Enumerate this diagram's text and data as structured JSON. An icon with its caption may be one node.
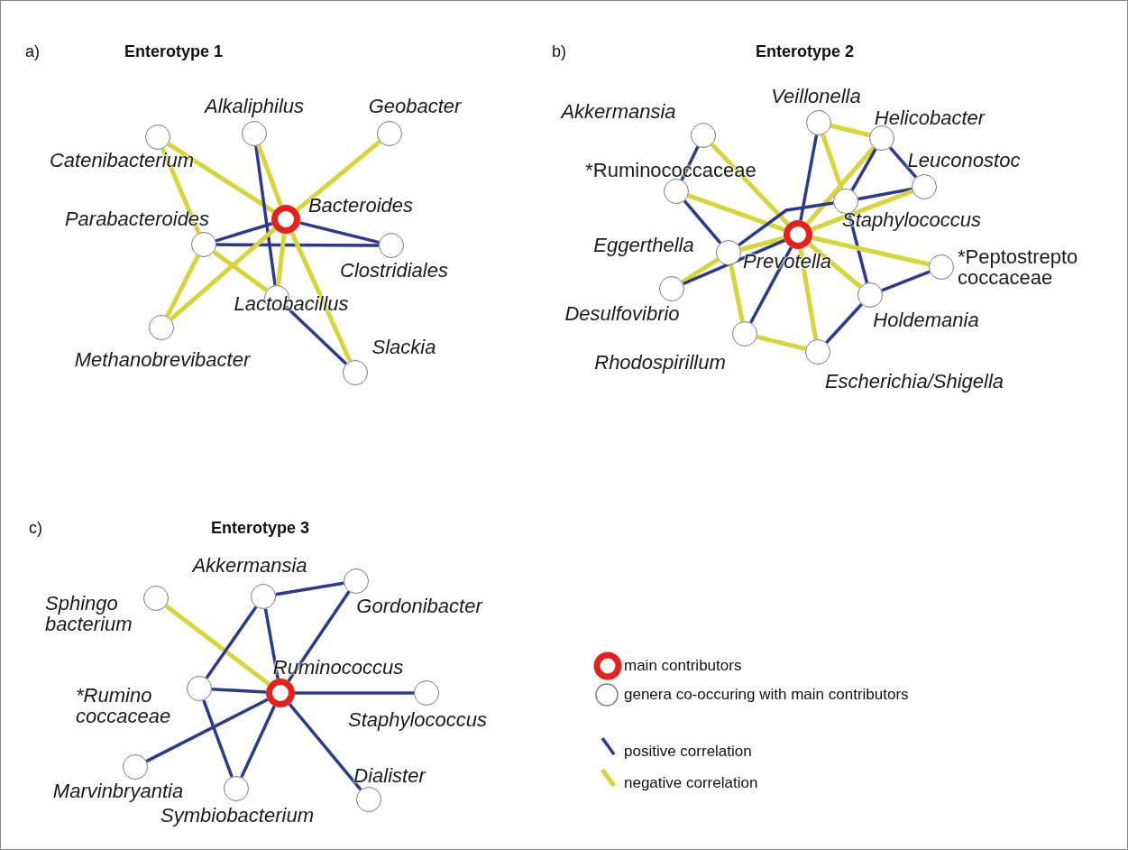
{
  "diagram": {
    "nodes": [
      {
        "text": [],
        "shape": "circle",
        "beside": [
          "Catenibacterium"
        ]
      },
      {
        "text": [],
        "shape": "circle",
        "beside": [
          "Alkaliphilus"
        ]
      },
      {
        "text": [],
        "shape": "circle",
        "beside": [
          "Geobacter"
        ]
      },
      {
        "text": [],
        "shape": "ring",
        "beside": [
          "Bacteroides"
        ]
      },
      {
        "text": [],
        "shape": "circle",
        "beside": [
          "Parabacteroides"
        ]
      },
      {
        "text": [],
        "shape": "circle",
        "beside": [
          "Clostridiales"
        ]
      },
      {
        "text": [],
        "shape": "circle",
        "beside": [
          "Lactobacillus"
        ]
      },
      {
        "text": [],
        "shape": "circle",
        "beside": [
          "Methanobrevibacter"
        ]
      },
      {
        "text": [],
        "shape": "circle",
        "beside": [
          "Slackia"
        ]
      },
      {
        "text": [],
        "shape": "circle",
        "beside": [
          "Akkermansia"
        ]
      },
      {
        "text": [],
        "shape": "circle",
        "beside": [
          "*Ruminococcaceae"
        ]
      },
      {
        "text": [],
        "shape": "circle",
        "beside": [
          "Veillonella"
        ]
      },
      {
        "text": [],
        "shape": "circle",
        "beside": [
          "Helicobacter"
        ]
      },
      {
        "text": [],
        "shape": "circle",
        "beside": [
          "Leuconostoc"
        ]
      },
      {
        "text": [],
        "shape": "circle",
        "beside": [
          "Staphylococcus"
        ]
      },
      {
        "text": [],
        "shape": "ring",
        "beside": [
          "Prevotella"
        ]
      },
      {
        "text": [],
        "shape": "circle",
        "beside": [
          "Eggerthella"
        ]
      },
      {
        "text": [],
        "shape": "circle",
        "beside": [
          "*Peptostrepto coccaceae"
        ]
      },
      {
        "text": [],
        "shape": "circle",
        "beside": [
          "Desulfovibrio"
        ]
      },
      {
        "text": [],
        "shape": "circle",
        "beside": [
          "Holdemania"
        ]
      },
      {
        "text": [],
        "shape": "circle",
        "beside": [
          "Rhodospirillum"
        ]
      },
      {
        "text": [],
        "shape": "circle",
        "beside": [
          "Escherichia/Shigella"
        ]
      },
      {
        "text": [],
        "shape": "circle",
        "beside": [
          "Sphingo bacterium"
        ]
      },
      {
        "text": [],
        "shape": "circle",
        "beside": [
          "Akkermansia"
        ]
      },
      {
        "text": [],
        "shape": "circle",
        "beside": [
          "Gordonibacter"
        ]
      },
      {
        "text": [],
        "shape": "ring",
        "beside": [
          "Ruminococcus"
        ]
      },
      {
        "text": [],
        "shape": "circle",
        "beside": [
          "*Rumino coccaceae"
        ]
      },
      {
        "text": [],
        "shape": "circle",
        "beside": [
          "Staphylococcus"
        ]
      },
      {
        "text": [],
        "shape": "circle",
        "beside": [
          "Marvinbryantia"
        ]
      },
      {
        "text": [],
        "shape": "circle",
        "beside": [
          "Symbiobacterium"
        ]
      },
      {
        "text": [],
        "shape": "circle",
        "beside": [
          "Dialister"
        ]
      }
    ],
    "edges": [
      {
        "from": 0,
        "to": 3,
        "arrow": "none",
        "color": "#d4d63a"
      },
      {
        "from": 0,
        "to": 4,
        "arrow": "none",
        "color": "#d4d63a"
      },
      {
        "from": 4,
        "to": 7,
        "arrow": "none",
        "color": "#d4d63a"
      },
      {
        "from": 1,
        "to": 6,
        "arrow": "none"
      },
      {
        "from": 1,
        "to": 3,
        "arrow": "none",
        "color": "#d4d63a"
      },
      {
        "from": 2,
        "to": 3,
        "arrow": "none",
        "color": "#d4d63a"
      },
      {
        "from": 4,
        "to": 3,
        "arrow": "none"
      },
      {
        "from": 4,
        "to": 5,
        "arrow": "none"
      },
      {
        "from": 3,
        "to": 5,
        "arrow": "none"
      },
      {
        "from": 4,
        "to": 6,
        "arrow": "none",
        "color": "#d4d63a"
      },
      {
        "from": 7,
        "to": 3,
        "arrow": "none",
        "color": "#d4d63a"
      },
      {
        "from": 3,
        "to": 6,
        "arrow": "none",
        "color": "#d4d63a"
      },
      {
        "from": 3,
        "to": 8,
        "arrow": "none",
        "color": "#d4d63a"
      },
      {
        "from": 6,
        "to": 8,
        "arrow": "none"
      },
      {
        "from": 9,
        "to": 10,
        "arrow": "none"
      },
      {
        "from": 9,
        "to": 15,
        "arrow": "none",
        "color": "#d4d63a"
      },
      {
        "from": 10,
        "to": 15,
        "arrow": "none",
        "color": "#d4d63a"
      },
      {
        "from": 10,
        "to": 16,
        "arrow": "none"
      },
      {
        "from": 11,
        "to": 15,
        "arrow": "none"
      },
      {
        "from": 11,
        "to": 12,
        "arrow": "none",
        "color": "#d4d63a"
      },
      {
        "from": 11,
        "to": 14,
        "arrow": "none",
        "color": "#d4d63a"
      },
      {
        "from": 12,
        "to": 15,
        "arrow": "none",
        "color": "#d4d63a"
      },
      {
        "from": 12,
        "to": 14,
        "arrow": "none"
      },
      {
        "from": 12,
        "to": 13,
        "arrow": "none"
      },
      {
        "from": 14,
        "to": 13,
        "arrow": "none"
      },
      {
        "from": 13,
        "to": 15,
        "arrow": "none",
        "color": "#d4d63a"
      },
      {
        "from": 14,
        "to": 19,
        "arrow": "none"
      },
      {
        "from": 16,
        "to": 14,
        "arrow": "none"
      },
      {
        "from": 16,
        "to": 15,
        "arrow": "none",
        "color": "#d4d63a"
      },
      {
        "from": 18,
        "to": 16,
        "arrow": "none",
        "color": "#d4d63a"
      },
      {
        "from": 18,
        "to": 15,
        "arrow": "none"
      },
      {
        "from": 16,
        "to": 20,
        "arrow": "none",
        "color": "#d4d63a"
      },
      {
        "from": 20,
        "to": 15,
        "arrow": "none"
      },
      {
        "from": 20,
        "to": 21,
        "arrow": "none",
        "color": "#d4d63a"
      },
      {
        "from": 15,
        "to": 21,
        "arrow": "none",
        "color": "#d4d63a"
      },
      {
        "from": 21,
        "to": 19,
        "arrow": "none"
      },
      {
        "from": 15,
        "to": 19,
        "arrow": "none",
        "color": "#d4d63a"
      },
      {
        "from": 15,
        "to": 17,
        "arrow": "none",
        "color": "#d4d63a"
      },
      {
        "from": 19,
        "to": 17,
        "arrow": "none"
      },
      {
        "from": 22,
        "to": 25,
        "arrow": "none",
        "color": "#d4d63a"
      },
      {
        "from": 23,
        "to": 24,
        "arrow": "none"
      },
      {
        "from": 23,
        "to": 26,
        "arrow": "none"
      },
      {
        "from": 23,
        "to": 25,
        "arrow": "none"
      },
      {
        "from": 24,
        "to": 25,
        "arrow": "none"
      },
      {
        "from": 26,
        "to": 25,
        "arrow": "none"
      },
      {
        "from": 25,
        "to": 27,
        "arrow": "none"
      },
      {
        "from": 25,
        "to": 28,
        "arrow": "none"
      },
      {
        "from": 26,
        "to": 29,
        "arrow": "none"
      },
      {
        "from": 25,
        "to": 29,
        "arrow": "none"
      },
      {
        "from": 25,
        "to": 30,
        "arrow": "none"
      }
    ],
    "labels": [
      "a)",
      "Enterotype 1",
      "b)",
      "Enterotype 2",
      "c)",
      "Enterotype 3"
    ],
    "legend": [
      {
        "text": "main contributors"
      },
      {
        "text": "genera co-occuring with main contributors"
      },
      {
        "text": "positive correlation"
      },
      {
        "text": "negative correlation"
      }
    ]
  }
}
